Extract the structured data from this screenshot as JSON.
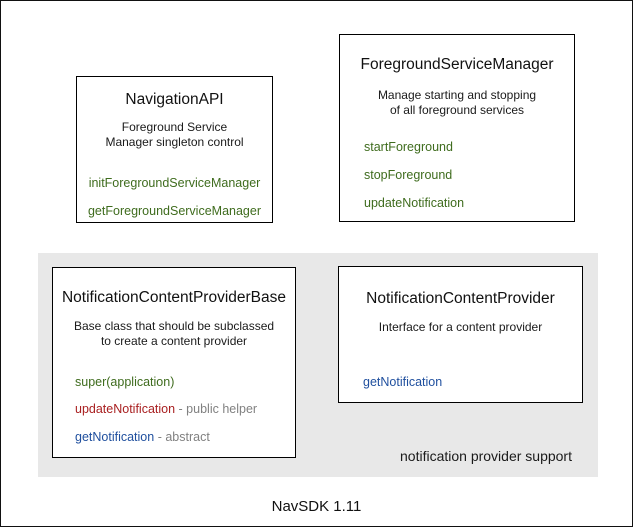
{
  "colors": {
    "method_green": "#3f6c1e",
    "method_red": "#a92021",
    "method_blue": "#1f4f9e",
    "annotation_gray": "#818181",
    "group_background": "#e8e8e8",
    "box_border": "#000000"
  },
  "footer": {
    "label": "NavSDK 1.11"
  },
  "group": {
    "label": "notification provider support"
  },
  "boxes": {
    "navigation_api": {
      "title": "NavigationAPI",
      "description_lines": [
        "Foreground Service",
        "Manager singleton control"
      ],
      "methods": [
        {
          "name": "initForegroundServiceManager",
          "color": "green",
          "suffix": ""
        },
        {
          "name": "getForegroundServiceManager",
          "color": "green",
          "suffix": ""
        }
      ]
    },
    "foreground_service_manager": {
      "title": "ForegroundServiceManager",
      "description_lines": [
        "Manage starting and stopping",
        "of all foreground services"
      ],
      "methods": [
        {
          "name": "startForeground",
          "color": "green",
          "suffix": ""
        },
        {
          "name": "stopForeground",
          "color": "green",
          "suffix": ""
        },
        {
          "name": "updateNotification",
          "color": "green",
          "suffix": ""
        }
      ]
    },
    "notification_content_provider_base": {
      "title": "NotificationContentProviderBase",
      "description_lines": [
        "Base class that should be subclassed",
        "to create a content provider"
      ],
      "methods": [
        {
          "name": "super(application)",
          "color": "green",
          "suffix": ""
        },
        {
          "name": "updateNotification",
          "color": "red",
          "suffix": " - public helper"
        },
        {
          "name": "getNotification",
          "color": "blue",
          "suffix": " - abstract"
        }
      ]
    },
    "notification_content_provider": {
      "title": "NotificationContentProvider",
      "description_lines": [
        "Interface for a content provider"
      ],
      "methods": [
        {
          "name": "getNotification",
          "color": "blue",
          "suffix": ""
        }
      ]
    }
  }
}
